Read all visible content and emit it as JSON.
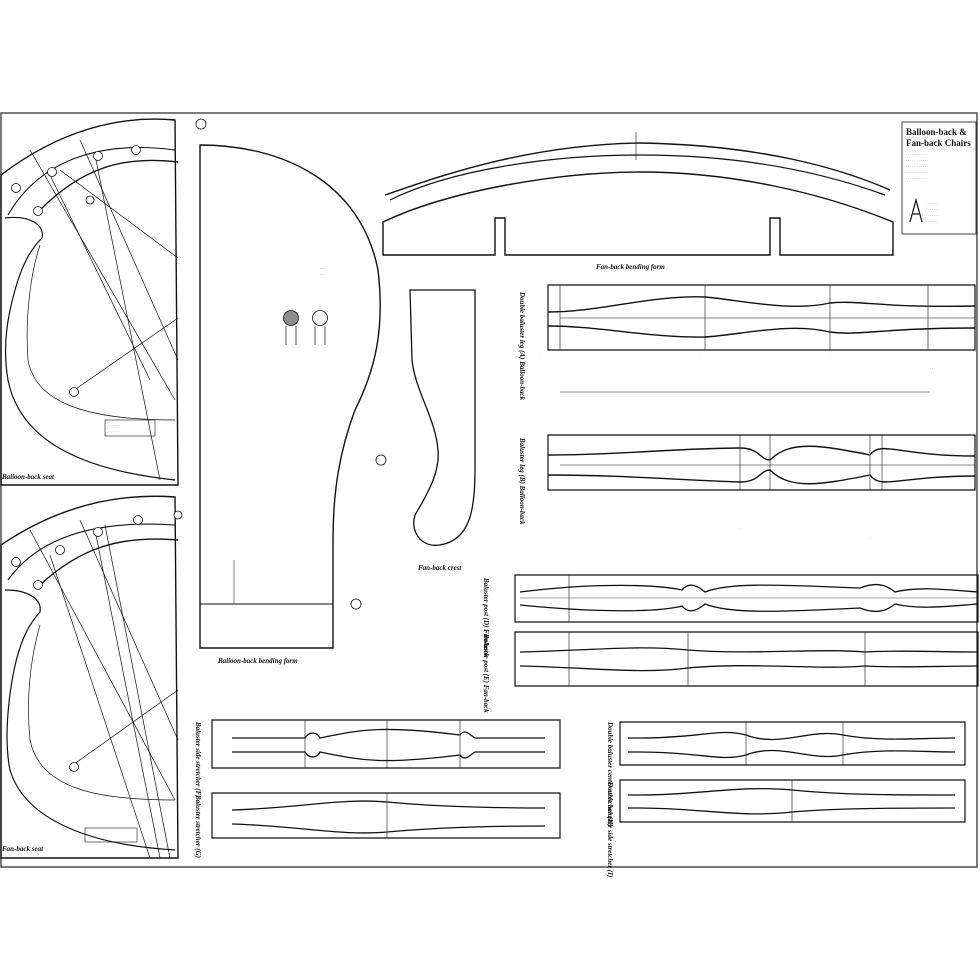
{
  "title_block": {
    "line1": "Balloon-back &",
    "line2": "Fan-back Chairs"
  },
  "captions": {
    "balloon_seat_top": "Balloon-back seat",
    "fan_seat_bottom": "Fan-back seat",
    "balloon_bending_form": "Balloon-back bending form",
    "fan_bending_form": "Fan-back bending form",
    "fan_back_crest": "Fan-back crest",
    "leg_front": "Double baluster leg (A) Balloon-back",
    "leg_rear": "Baluster leg (B) Balloon-back",
    "spindle_a": "Baluster post (D) Fan-back",
    "spindle_b": "Baluster post (E) Fan-back",
    "stretcher_side": "Baluster side stretcher (F)",
    "stretcher_center": "Baluster stretcher (G)",
    "stretcher_right_a": "Double baluster center stretcher (H)",
    "stretcher_right_b": "Double baluster side stretcher (I)"
  },
  "icons": {
    "compass_mark": "compass-icon",
    "hole_marker": "drill-hole-icon"
  },
  "colors": {
    "ink": "#111111",
    "paper": "#ffffff",
    "frame": "#333333",
    "hole_fill": "#8c8c8c"
  }
}
